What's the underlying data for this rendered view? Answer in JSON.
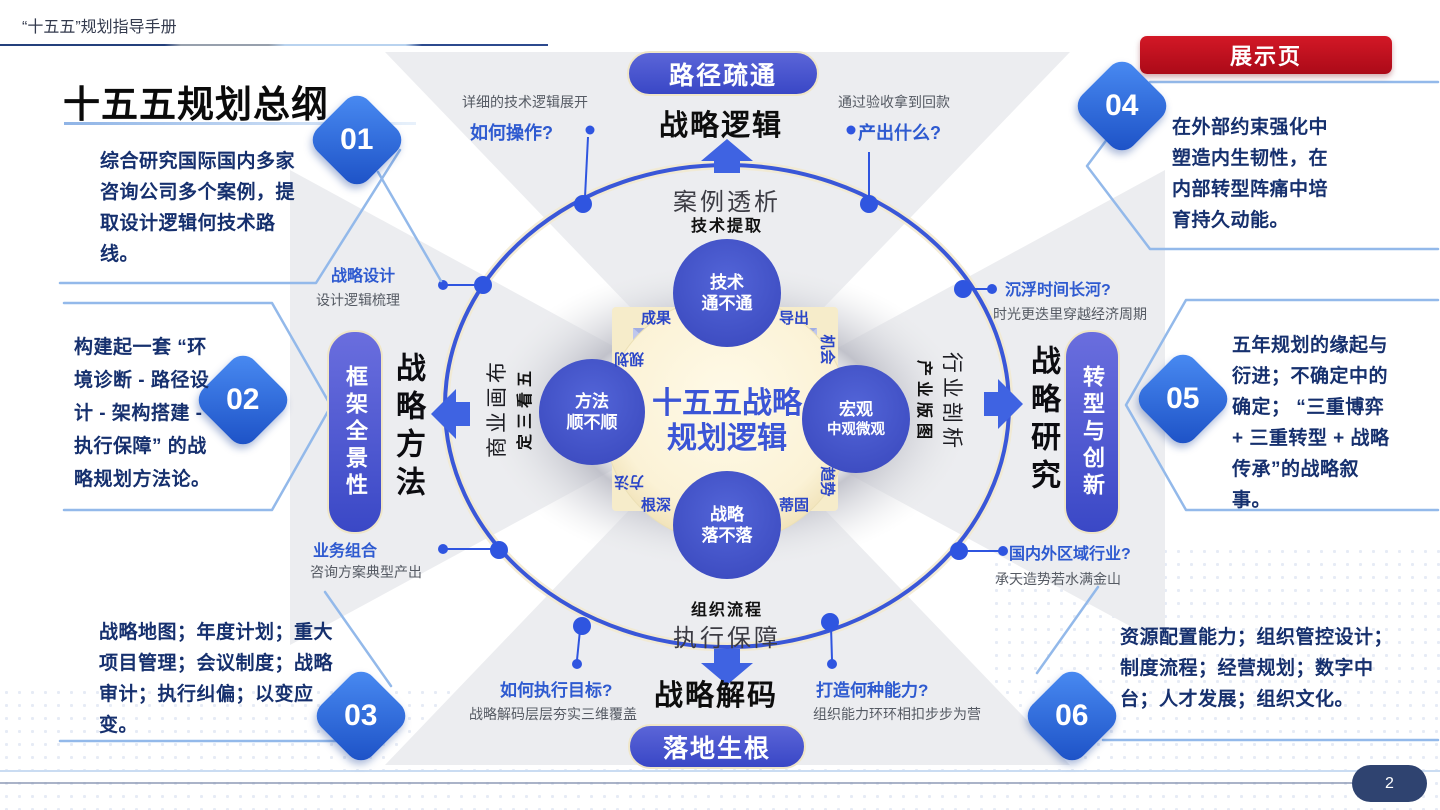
{
  "header": {
    "breadcrumb": "“十五五”规划指导手册",
    "title": "十五五规划总纲",
    "corner_badge": "展示页",
    "page_number": "2"
  },
  "center": {
    "title_line1": "十五五战略",
    "title_line2": "规划逻辑",
    "nodes": {
      "top": [
        "技术",
        "通不通"
      ],
      "left": [
        "方法",
        "顺不顺"
      ],
      "right": [
        "宏观",
        "中观微观"
      ],
      "bottom": [
        "战略",
        "落不落"
      ]
    },
    "square_labels": {
      "top_left": "成果",
      "top_right": "导出",
      "right_top": "机会",
      "right_bottom": "趋势",
      "bottom_left": "根深",
      "bottom_right": "蒂固",
      "left_top": "规划",
      "left_bottom": "方法"
    }
  },
  "axes": {
    "top": {
      "pill": "路径疏通",
      "heading": "战略逻辑",
      "ring_title": "案例透析",
      "ring_sub": "技术提取",
      "left_q": "如何操作?",
      "left_note": "详细的技术逻辑展开",
      "right_q": "产出什么?",
      "right_note": "通过验收拿到回款"
    },
    "bottom": {
      "pill": "落地生根",
      "heading": "战略解码",
      "ring_title": "执行保障",
      "ring_sub": "组织流程",
      "left_q": "如何执行目标?",
      "left_note": "战略解码层层夯实三维覆盖",
      "right_q": "打造何种能力?",
      "right_note": "组织能力环环相扣步步为营"
    },
    "left": {
      "pill": "框架全景性",
      "heading": "战略方法",
      "ring_title": "商业画布",
      "ring_sub": "定三看五",
      "top_q": "战略设计",
      "top_note": "设计逻辑梳理",
      "bottom_q": "业务组合",
      "bottom_note": "咨询方案典型产出"
    },
    "right": {
      "pill": "转型与创新",
      "heading": "战略研究",
      "ring_title": "行业剖析",
      "ring_sub": "产业版图",
      "top_q": "沉浮时间长河?",
      "top_note": "时光更迭里穿越经济周期",
      "bottom_q": "国内外区域行业?",
      "bottom_note": "承天造势若水满金山"
    }
  },
  "callouts": {
    "c1": {
      "num": "01",
      "text": "综合研究国际国内多家咨询公司多个案例，提取设计逻辑何技术路线。"
    },
    "c2": {
      "num": "02",
      "text": "构建起一套 “环境诊断 - 路径设计 - 架构搭建 - 执行保障” 的战略规划方法论。"
    },
    "c3": {
      "num": "03",
      "text": "战略地图；年度计划；重大项目管理；会议制度；战略审计；执行纠偏；以变应变。"
    },
    "c4": {
      "num": "04",
      "text": "在外部约束强化中塑造内生韧性，在内部转型阵痛中培育持久动能。"
    },
    "c5": {
      "num": "05",
      "text": "五年规划的缘起与衍进；不确定中的确定； “三重博弈 + 三重转型 + 战略传承”的战略叙事。"
    },
    "c6": {
      "num": "06",
      "text": "资源配置能力；组织管控设计；制度流程；经营规划；数字中台；人才发展；组织文化。"
    }
  },
  "colors": {
    "accent_blue": "#2e5ad0",
    "node_blue": "#4355cb",
    "arrow_blue": "#3f63e2",
    "navy_text": "#16306e",
    "cream": "#f8eecf",
    "red_badge": "#c2101f",
    "page_pill": "#2f4370"
  }
}
